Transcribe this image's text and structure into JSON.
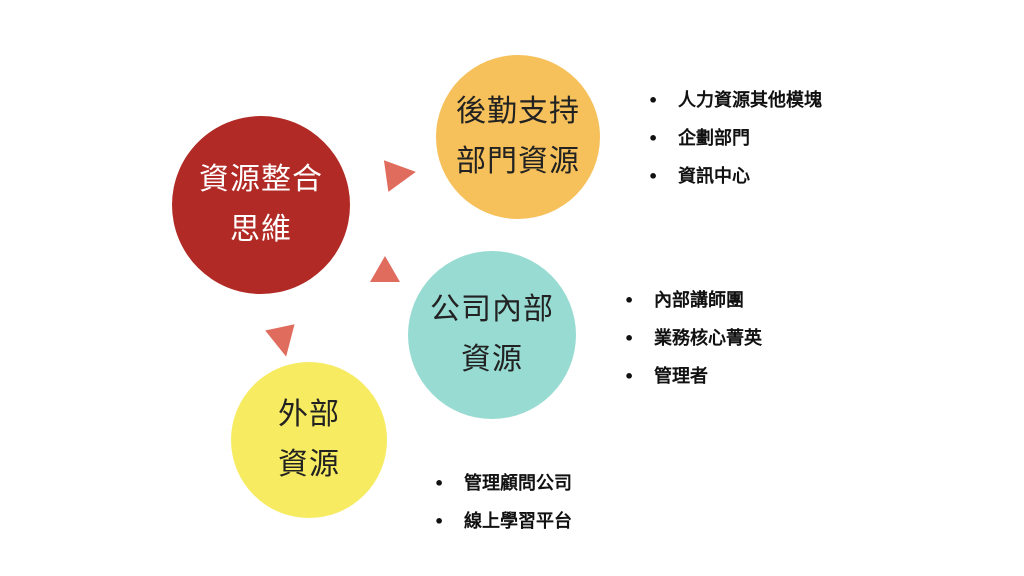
{
  "colors": {
    "main": "#b12a25",
    "backup": "#f6c15b",
    "intern": "#97dbd2",
    "extern": "#f7eb61",
    "arrow": "#e06c5e"
  },
  "nodes": {
    "main": {
      "lines": [
        "資源整合",
        "思維"
      ]
    },
    "backup": {
      "lines": [
        "後勤支持",
        "部門資源"
      ]
    },
    "intern": {
      "lines": [
        "公司內部",
        "資源"
      ]
    },
    "extern": {
      "lines": [
        "外部",
        "資源"
      ]
    }
  },
  "lists": {
    "backup": [
      "人力資源其他模塊",
      "企劃部門",
      "資訊中心"
    ],
    "intern": [
      "內部講師團",
      "業務核心菁英",
      "管理者"
    ],
    "extern": [
      "管理顧問公司",
      "線上學習平台"
    ]
  },
  "bullet_symbol": "•"
}
